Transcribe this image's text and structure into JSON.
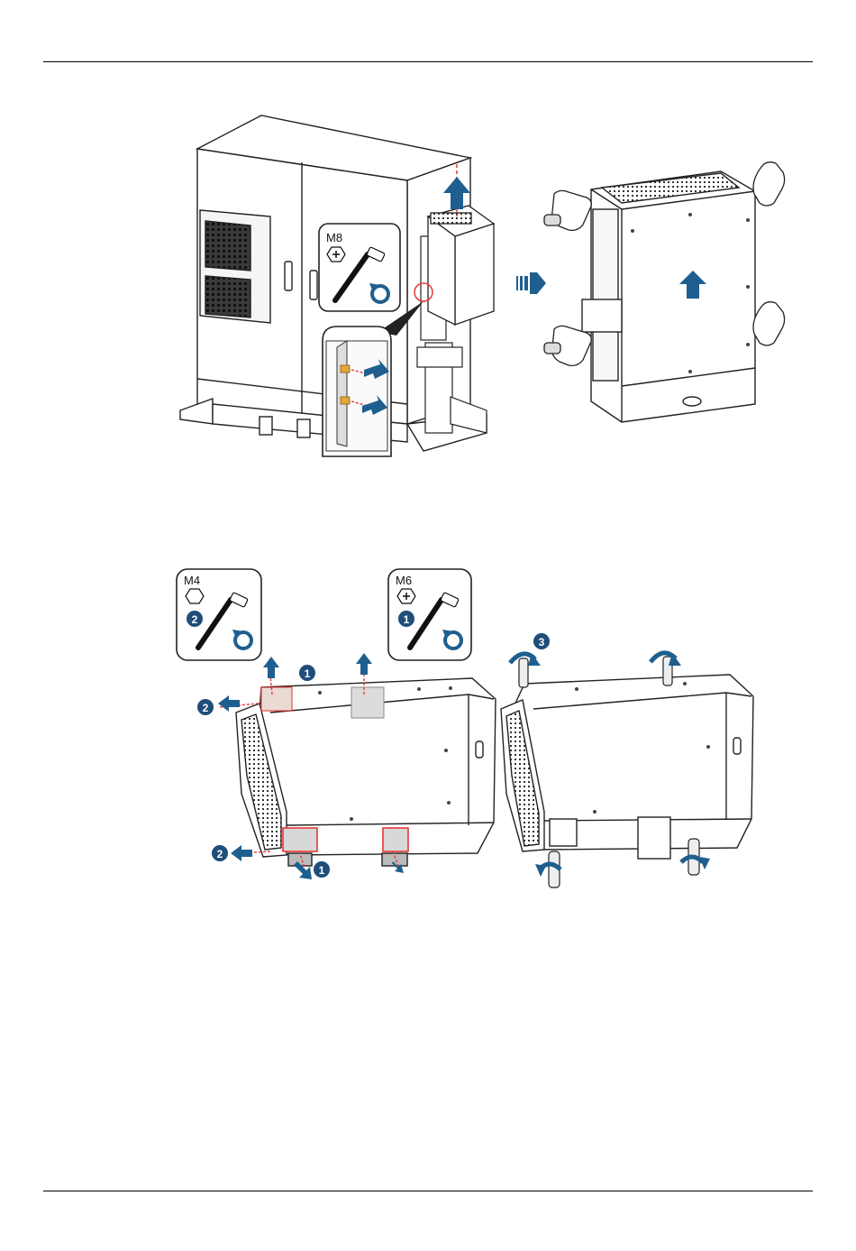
{
  "figure1": {
    "tool_callout": {
      "bolt_size": "M8"
    }
  },
  "figure2": {
    "tool_callout_left": {
      "bolt_size": "M4",
      "step": "2"
    },
    "tool_callout_right": {
      "bolt_size": "M6",
      "step": "1"
    },
    "step_markers": [
      "1",
      "2",
      "2",
      "1",
      "3"
    ]
  },
  "colors": {
    "arrow": "#1f5f8f",
    "highlight": "#e53935",
    "line": "#222222",
    "step_marker": "#1f4e79"
  }
}
